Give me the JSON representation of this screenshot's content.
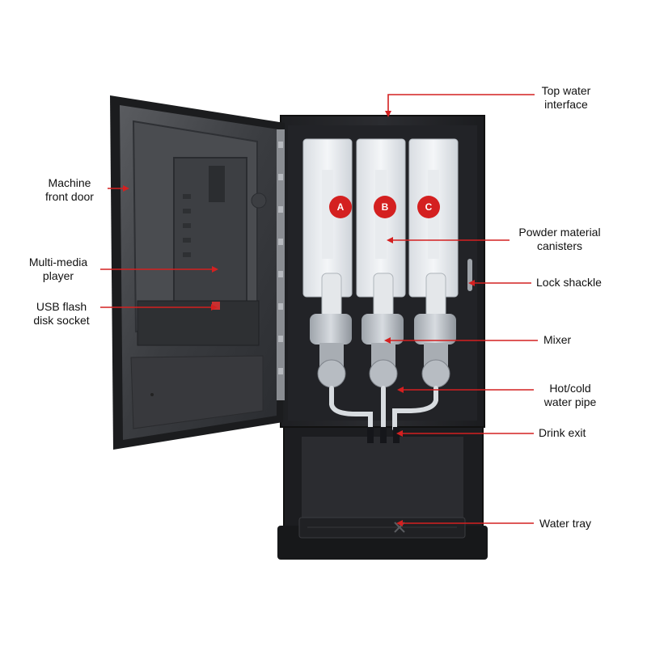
{
  "accent_color": "#d42020",
  "canisters": [
    {
      "letter": "A"
    },
    {
      "letter": "B"
    },
    {
      "letter": "C"
    }
  ],
  "labels": {
    "top_water": "Top water\ninterface",
    "front_door": "Machine\nfront door",
    "powder": "Powder material\ncanisters",
    "media": "Multi-media\nplayer",
    "lock": "Lock shackle",
    "usb": "USB flash\ndisk socket",
    "mixer": "Mixer",
    "pipe": "Hot/cold\nwater pipe",
    "exit": "Drink exit",
    "tray": "Water tray"
  }
}
